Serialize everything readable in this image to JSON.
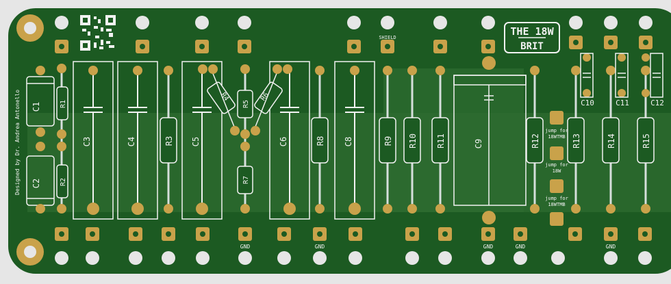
{
  "board": {
    "colors": {
      "background": "#e6e6e6",
      "pcb": "#1c5a22",
      "pcb_light": "#2c6b2f",
      "copper": "#c9a24a",
      "silk": "#f2f2f2",
      "hole": "#e6e6e6"
    },
    "title_line1": "THE 18W",
    "title_line2": "BRIT",
    "designer_text": "Designed by Dr. Andrea Antonello",
    "shield_label": "SHIELD",
    "gnd_label": "GND",
    "jump_18wtmb_top_1": "jump for",
    "jump_18wtmb_top_2": "18WTMB",
    "jump_18w_1": "jump for",
    "jump_18w_2": "18W",
    "jump_18wtmb_bot_1": "jump for",
    "jump_18wtmb_bot_2": "18WTMB",
    "qr_icon": "qr-code-icon"
  },
  "components": {
    "C1": "C1",
    "C2": "C2",
    "C3": "C3",
    "C4": "C4",
    "C5": "C5",
    "C6": "C6",
    "C8": "C8",
    "C9": "C9",
    "C10": "C10",
    "C11": "C11",
    "C12": "C12",
    "R1": "R1",
    "R2": "R2",
    "R3": "R3",
    "R4": "R4",
    "R5": "R5",
    "R6": "R6",
    "R7": "R7",
    "R8": "R8",
    "R9": "R9",
    "R10": "R10",
    "R11": "R11",
    "R12": "R12",
    "R13": "R13",
    "R14": "R14",
    "R15": "R15"
  }
}
